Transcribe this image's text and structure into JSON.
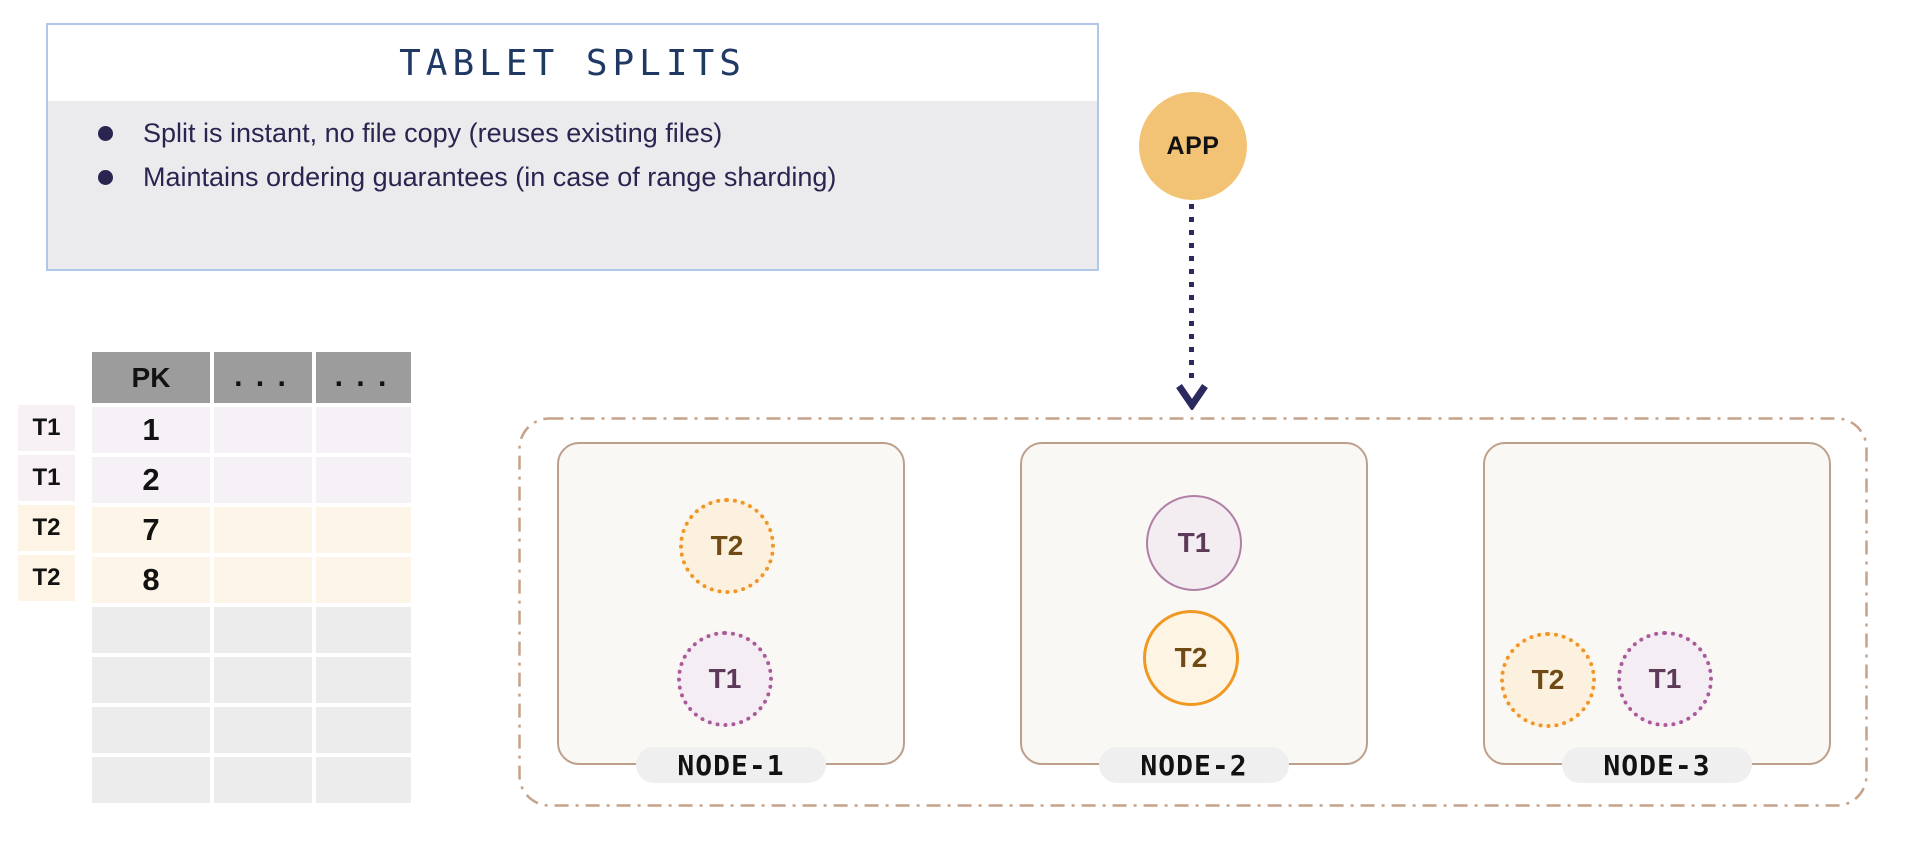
{
  "info_box": {
    "title": "TABLET SPLITS",
    "bullets": [
      "Split is instant, no file copy (reuses existing files)",
      "Maintains ordering guarantees (in case of range sharding)"
    ]
  },
  "app": {
    "label": "APP"
  },
  "table": {
    "headers": [
      "PK",
      "...",
      "..."
    ],
    "row_labels": [
      "T1",
      "T1",
      "T2",
      "T2"
    ],
    "rows": [
      [
        "1",
        "",
        ""
      ],
      [
        "2",
        "",
        ""
      ],
      [
        "7",
        "",
        ""
      ],
      [
        "8",
        "",
        ""
      ]
    ],
    "empty_row_count": 4
  },
  "cluster": {
    "nodes": [
      {
        "label": "NODE-1",
        "tablets": [
          {
            "label": "T2",
            "style": "dotted",
            "color": "orange"
          },
          {
            "label": "T1",
            "style": "dotted",
            "color": "purple"
          }
        ]
      },
      {
        "label": "NODE-2",
        "tablets": [
          {
            "label": "T1",
            "style": "solid",
            "color": "purple"
          },
          {
            "label": "T2",
            "style": "solid",
            "color": "orange"
          }
        ]
      },
      {
        "label": "NODE-3",
        "tablets": [
          {
            "label": "T2",
            "style": "dotted",
            "color": "orange"
          },
          {
            "label": "T1",
            "style": "dotted",
            "color": "purple"
          }
        ]
      }
    ]
  },
  "colors": {
    "info_border_blue": "#b0c7e9",
    "info_body_gray": "#ebebed",
    "title_navy": "#1f3864",
    "bullet_text_indigo": "#2a2550",
    "app_orange": "#f2c374",
    "arrow_navy": "#2b2a5e",
    "table_header_gray": "#9c9c9c",
    "row_lavender": "#f6f1f6",
    "row_cream": "#fdf5e7",
    "row_empty_gray": "#ececec",
    "cluster_dash_tan": "#c5a289",
    "node_border_tan": "#bda08b",
    "node_fill": "#faf8f4",
    "tablet_orange": "#ef9626",
    "tablet_purple": "#aa5b97",
    "t1_text": "#5d3a57",
    "t2_text": "#6f4a15",
    "pill_gray": "#efefef"
  }
}
